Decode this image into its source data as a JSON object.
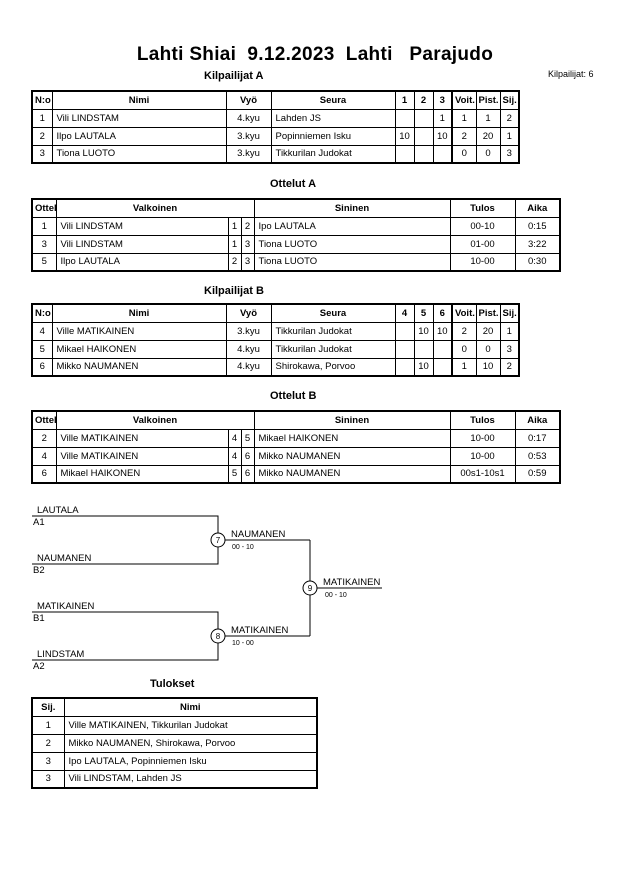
{
  "header": {
    "title": "Lahti Shiai  9.12.2023  Lahti   Parajudo",
    "competitor_count": "Kilpailijat: 6"
  },
  "competitors_a": {
    "heading": "Kilpailijat A",
    "columns": [
      "N:o",
      "Nimi",
      "Vyö",
      "Seura",
      "1",
      "2",
      "3",
      "Voit.",
      "Pist.",
      "Sij."
    ],
    "rows": [
      {
        "no": "1",
        "name": "Vili LINDSTAM",
        "belt": "4.kyu",
        "club": "Lahden JS",
        "s1": "",
        "s2": "",
        "s3": "1",
        "wins": "1",
        "points": "1",
        "rank": "2"
      },
      {
        "no": "2",
        "name": "Ilpo LAUTALA",
        "belt": "3.kyu",
        "club": "Popinniemen Isku",
        "s1": "10",
        "s2": "",
        "s3": "10",
        "wins": "2",
        "points": "20",
        "rank": "1"
      },
      {
        "no": "3",
        "name": "Tiona LUOTO",
        "belt": "3.kyu",
        "club": "Tikkurilan Judokat",
        "s1": "",
        "s2": "",
        "s3": "",
        "wins": "0",
        "points": "0",
        "rank": "3"
      }
    ]
  },
  "matches_a": {
    "heading": "Ottelut A",
    "columns": [
      "Ottelu",
      "Valkoinen",
      "Sininen",
      "Tulos",
      "Aika"
    ],
    "rows": [
      {
        "match": "1",
        "white": "Vili LINDSTAM",
        "wn": "1",
        "bn": "2",
        "blue": "Ipo LAUTALA",
        "result": "00-10",
        "time": "0:15"
      },
      {
        "match": "3",
        "white": "Vili LINDSTAM",
        "wn": "1",
        "bn": "3",
        "blue": "Tiona LUOTO",
        "result": "01-00",
        "time": "3:22"
      },
      {
        "match": "5",
        "white": "Ilpo LAUTALA",
        "wn": "2",
        "bn": "3",
        "blue": "Tiona LUOTO",
        "result": "10-00",
        "time": "0:30"
      }
    ]
  },
  "competitors_b": {
    "heading": "Kilpailijat B",
    "columns": [
      "N:o",
      "Nimi",
      "Vyö",
      "Seura",
      "4",
      "5",
      "6",
      "Voit.",
      "Pist.",
      "Sij."
    ],
    "rows": [
      {
        "no": "4",
        "name": "Ville MATIKAINEN",
        "belt": "3.kyu",
        "club": "Tikkurilan Judokat",
        "s1": "",
        "s2": "10",
        "s3": "10",
        "wins": "2",
        "points": "20",
        "rank": "1"
      },
      {
        "no": "5",
        "name": "Mikael HAIKONEN",
        "belt": "4.kyu",
        "club": "Tikkurilan Judokat",
        "s1": "",
        "s2": "",
        "s3": "",
        "wins": "0",
        "points": "0",
        "rank": "3"
      },
      {
        "no": "6",
        "name": "Mikko NAUMANEN",
        "belt": "4.kyu",
        "club": "Shirokawa, Porvoo",
        "s1": "",
        "s2": "10",
        "s3": "",
        "wins": "1",
        "points": "10",
        "rank": "2"
      }
    ]
  },
  "matches_b": {
    "heading": "Ottelut B",
    "columns": [
      "Ottelu",
      "Valkoinen",
      "Sininen",
      "Tulos",
      "Aika"
    ],
    "rows": [
      {
        "match": "2",
        "white": "Ville MATIKAINEN",
        "wn": "4",
        "bn": "5",
        "blue": "Mikael HAIKONEN",
        "result": "10-00",
        "time": "0:17"
      },
      {
        "match": "4",
        "white": "Ville MATIKAINEN",
        "wn": "4",
        "bn": "6",
        "blue": "Mikko NAUMANEN",
        "result": "10-00",
        "time": "0:53"
      },
      {
        "match": "6",
        "white": "Mikael HAIKONEN",
        "wn": "5",
        "bn": "6",
        "blue": "Mikko NAUMANEN",
        "result": "00s1-10s1",
        "time": "0:59"
      }
    ]
  },
  "bracket": {
    "semi1": {
      "top_name": "LAUTALA",
      "top_seed": "A1",
      "bottom_name": "NAUMANEN",
      "bottom_seed": "B2",
      "match_no": "7",
      "winner": "NAUMANEN",
      "score": "00 - 10"
    },
    "semi2": {
      "top_name": "MATIKAINEN",
      "top_seed": "B1",
      "bottom_name": "LINDSTAM",
      "bottom_seed": "A2",
      "match_no": "8",
      "winner": "MATIKAINEN",
      "score": "10 - 00"
    },
    "final": {
      "match_no": "9",
      "winner": "MATIKAINEN",
      "score": "00 - 10"
    }
  },
  "results": {
    "heading": "Tulokset",
    "columns": [
      "Sij.",
      "Nimi"
    ],
    "rows": [
      {
        "rank": "1",
        "name": "Ville MATIKAINEN, Tikkurilan Judokat"
      },
      {
        "rank": "2",
        "name": "Mikko NAUMANEN, Shirokawa, Porvoo"
      },
      {
        "rank": "3",
        "name": "Ipo LAUTALA, Popinniemen Isku"
      },
      {
        "rank": "3",
        "name": "Vili LINDSTAM, Lahden JS"
      }
    ]
  }
}
